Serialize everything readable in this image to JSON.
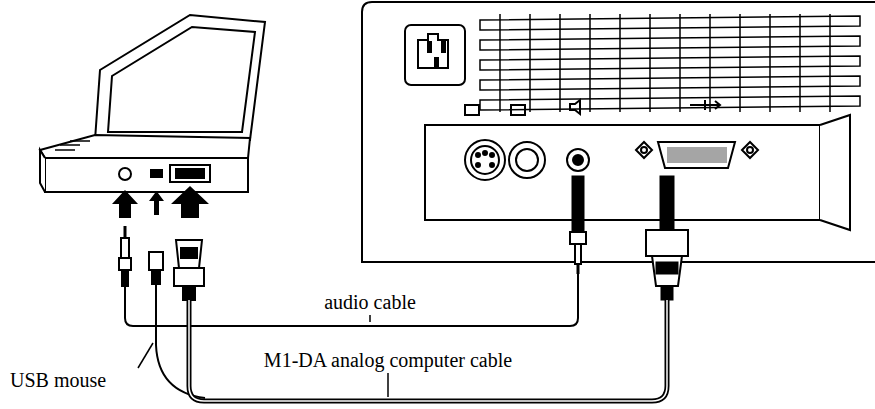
{
  "diagram": {
    "labels": [
      "audio cable",
      "M1-DA analog computer cable",
      "USB mouse"
    ]
  }
}
